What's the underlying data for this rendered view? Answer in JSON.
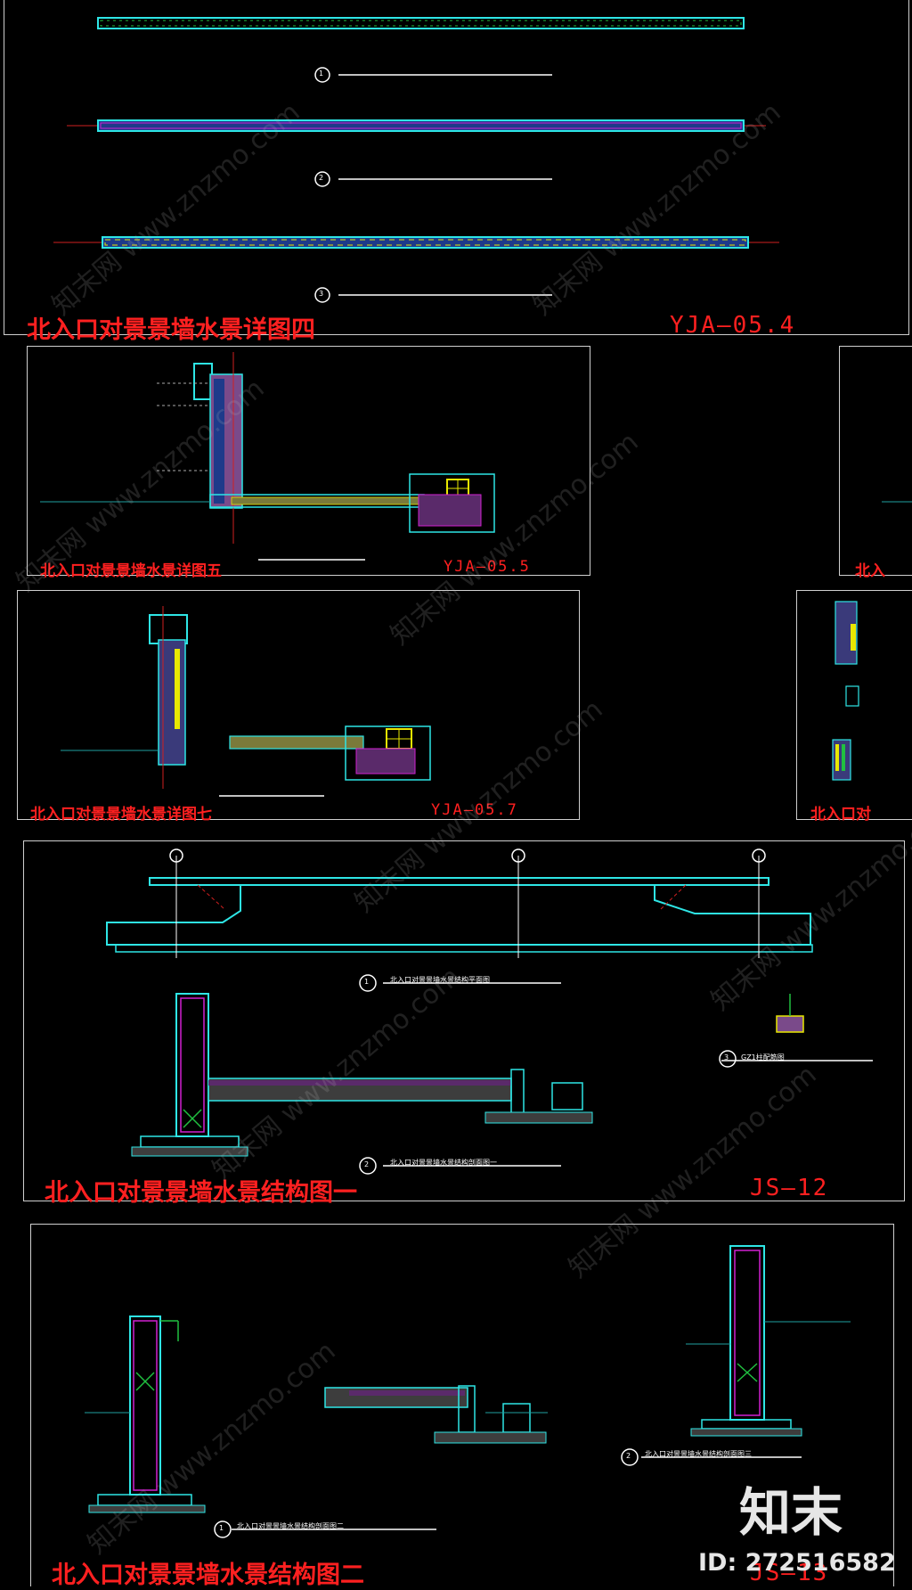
{
  "sheets": {
    "detail4": {
      "title": "北入口对景景墙水景详图四",
      "code": "YJA—05.4"
    },
    "detail5": {
      "title": "北入口对景景墙水景详图五",
      "code": "YJA—05.5"
    },
    "detail6": {
      "title": "北入"
    },
    "detail7": {
      "title": "北入口对景景墙水景详图七",
      "code": "YJA—05.7"
    },
    "detail8": {
      "title": "北入口对"
    },
    "struct1": {
      "title": "北入口对景景墙水景结构图一",
      "code": "JS—12"
    },
    "struct2": {
      "title": "北入口对景景墙水景结构图二",
      "code": "JS—13"
    }
  },
  "callouts": {
    "d4_1": "1",
    "d4_2": "2",
    "d4_3": "3",
    "s1_1": "1",
    "s1_2": "2",
    "s1_3": "3",
    "s2_1": "1",
    "s2_2": "2"
  },
  "captions": {
    "s1_plan": "北入口对景景墙水景结构平面图",
    "s1_sec1": "北入口对景景墙水景结构剖面图一",
    "s1_gz": "GZ1柱配筋图",
    "s2_sec2": "北入口对景景墙水景结构剖面图二",
    "s2_sec3": "北入口对景景墙水景结构剖面图三"
  },
  "watermark": "知末网 www.znzmo.com",
  "brand": {
    "logo": "知末",
    "id": "ID: 272516582"
  },
  "colors": {
    "title": "#ff2020",
    "cyan": "#2ee6e6",
    "magenta": "#d020d0",
    "yellow": "#e8e800",
    "green": "#20c040",
    "blue": "#3a5cff"
  }
}
